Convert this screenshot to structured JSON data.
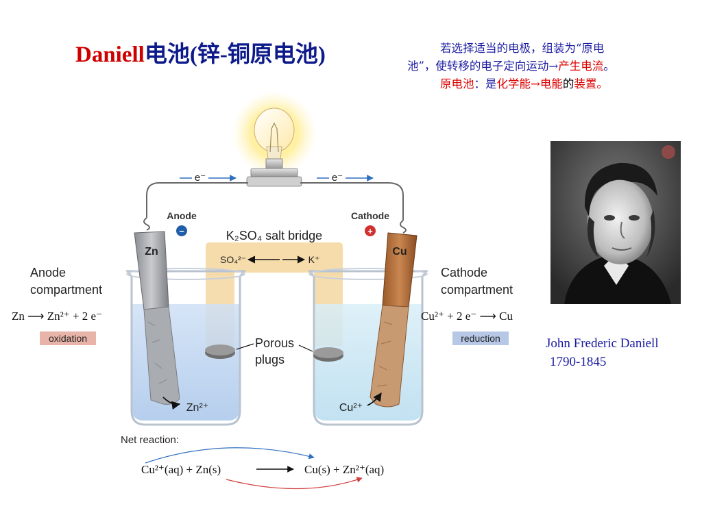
{
  "slide": {
    "title_en": "Daniell",
    "title_zh": "电池(锌-铜原电池)",
    "intro": {
      "p1": "若选择适当的电极，组装为“原电池”，使转移的电子定向运动→",
      "p1_red": "产生电流",
      "p1_end": "。",
      "p2_red1": "原电池",
      "p2_mid": "：是",
      "p2_red2": "化学能→电能",
      "p2_blk": "的",
      "p2_end": "装置。"
    },
    "caption": {
      "name": "John Frederic Daniell",
      "years": "1790-1845"
    },
    "colors": {
      "title_red": "#d00000",
      "title_blue": "#0d1a8a",
      "text_blue": "#1a1aa0",
      "highlight_red": "#dd0000"
    }
  },
  "diagram": {
    "electron_left": "e⁻",
    "electron_right": "e⁻",
    "anode_label": "Anode",
    "cathode_label": "Cathode",
    "anode_sign": "−",
    "cathode_sign": "+",
    "salt_bridge": "K₂SO₄ salt bridge",
    "bridge_anion": "SO₄²⁻",
    "bridge_cation": "K⁺",
    "zn_label": "Zn",
    "cu_label": "Cu",
    "anode_comp_1": "Anode",
    "anode_comp_2": "compartment",
    "cathode_comp_1": "Cathode",
    "cathode_comp_2": "compartment",
    "anode_eq": "Zn ⟶ Zn²⁺ + 2 e⁻",
    "cathode_eq": "Cu²⁺ + 2 e⁻ ⟶ Cu",
    "oxidation": "oxidation",
    "reduction": "reduction",
    "porous_1": "Porous",
    "porous_2": "plugs",
    "zn_ion": "Zn²⁺",
    "cu_ion": "Cu²⁺",
    "net_label": "Net reaction:",
    "net_left": "Cu²⁺(aq) + Zn(s)",
    "net_right": "Cu(s) + Zn²⁺(aq)"
  }
}
